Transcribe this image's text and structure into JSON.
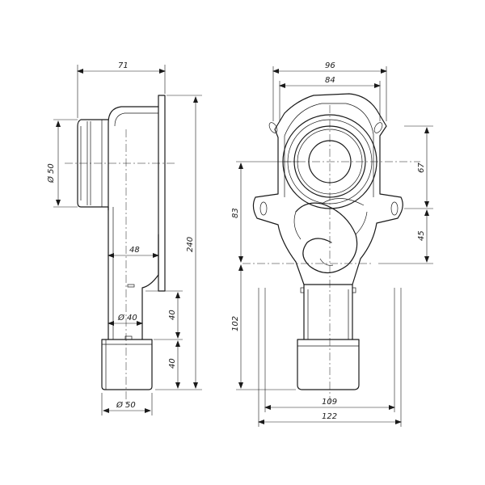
{
  "side_view": {
    "dim_top_width": "71",
    "dim_inlet_diameter": "Ø 50",
    "dim_mid_width": "48",
    "dim_total_height": "240",
    "dim_pipe_diameter": "Ø 40",
    "dim_upper_40": "40",
    "dim_lower_40": "40",
    "dim_outlet_diameter": "Ø 50"
  },
  "front_view": {
    "dim_outer_width": "96",
    "dim_inner_width": "84",
    "dim_right_upper": "67",
    "dim_right_lower": "45",
    "dim_left_upper": "83",
    "dim_left_lower": "102",
    "dim_base_width": "109",
    "dim_total_width": "122"
  }
}
